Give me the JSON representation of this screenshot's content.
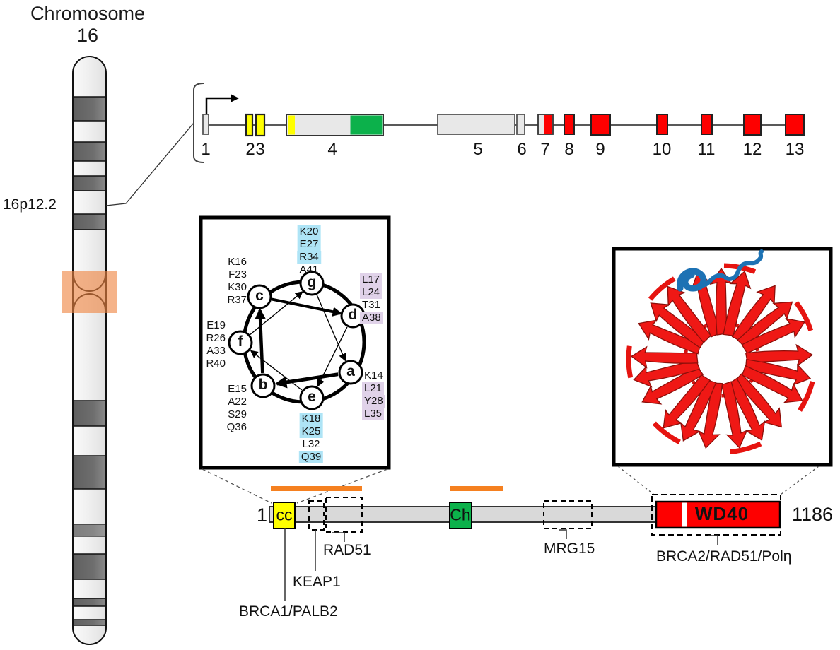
{
  "figure": {
    "chromosome": {
      "title_line1": "Chromosome",
      "title_line2": "16",
      "band_label": "16p12.2"
    },
    "gene": {
      "exons": [
        {
          "label": "1",
          "color": "grey"
        },
        {
          "label": "2",
          "color": "yellow"
        },
        {
          "label": "3",
          "color": "yellow"
        },
        {
          "label": "4",
          "color": "grey/yellow/green"
        },
        {
          "label": "5",
          "color": "grey"
        },
        {
          "label": "6",
          "color": "grey"
        },
        {
          "label": "7",
          "color": "grey/red"
        },
        {
          "label": "8",
          "color": "red"
        },
        {
          "label": "9",
          "color": "red"
        },
        {
          "label": "10",
          "color": "red"
        },
        {
          "label": "11",
          "color": "red"
        },
        {
          "label": "12",
          "color": "red"
        },
        {
          "label": "13",
          "color": "red"
        }
      ]
    },
    "wheel": {
      "nodes": [
        {
          "label": "a"
        },
        {
          "label": "b"
        },
        {
          "label": "c"
        },
        {
          "label": "d"
        },
        {
          "label": "e"
        },
        {
          "label": "f"
        },
        {
          "label": "g"
        }
      ],
      "connection_order": "a-b-c-d-e-f-g-a",
      "groups": {
        "a": {
          "residues": [
            {
              "label": "K14",
              "highlight": "none"
            },
            {
              "label": "L21",
              "highlight": "purple"
            },
            {
              "label": "Y28",
              "highlight": "purple"
            },
            {
              "label": "L35",
              "highlight": "purple"
            }
          ]
        },
        "b": {
          "residues": [
            {
              "label": "E15",
              "highlight": "none"
            },
            {
              "label": "A22",
              "highlight": "none"
            },
            {
              "label": "S29",
              "highlight": "none"
            },
            {
              "label": "Q36",
              "highlight": "none"
            }
          ]
        },
        "c": {
          "residues": [
            {
              "label": "K16",
              "highlight": "none"
            },
            {
              "label": "F23",
              "highlight": "none"
            },
            {
              "label": "K30",
              "highlight": "none"
            },
            {
              "label": "R37",
              "highlight": "none"
            }
          ]
        },
        "d": {
          "residues": [
            {
              "label": "L17",
              "highlight": "purple"
            },
            {
              "label": "L24",
              "highlight": "purple"
            },
            {
              "label": "T31",
              "highlight": "none"
            },
            {
              "label": "A38",
              "highlight": "purple"
            }
          ]
        },
        "e": {
          "residues": [
            {
              "label": "K18",
              "highlight": "cyan"
            },
            {
              "label": "K25",
              "highlight": "cyan"
            },
            {
              "label": "L32",
              "highlight": "none"
            },
            {
              "label": "Q39",
              "highlight": "cyan"
            }
          ]
        },
        "f": {
          "residues": [
            {
              "label": "E19",
              "highlight": "none"
            },
            {
              "label": "R26",
              "highlight": "none"
            },
            {
              "label": "A33",
              "highlight": "none"
            },
            {
              "label": "R40",
              "highlight": "none"
            }
          ]
        },
        "g": {
          "residues": [
            {
              "label": "K20",
              "highlight": "cyan"
            },
            {
              "label": "E27",
              "highlight": "cyan"
            },
            {
              "label": "R34",
              "highlight": "cyan"
            },
            {
              "label": "A41",
              "highlight": "none"
            }
          ]
        }
      }
    },
    "domain_map": {
      "start_label": "1",
      "end_label": "1186",
      "domains": [
        {
          "label": "cc",
          "color": "#ffff00"
        },
        {
          "label": "Ch",
          "color": "#0cb14b"
        },
        {
          "label": "WD40",
          "color": "#fe0000"
        }
      ],
      "partners": [
        {
          "label": "BRCA1/PALB2"
        },
        {
          "label": "KEAP1"
        },
        {
          "label": "RAD51"
        },
        {
          "label": "MRG15"
        },
        {
          "label": "BRCA2/RAD51/Polη"
        }
      ]
    },
    "colors": {
      "exon_red": "#fe0000",
      "exon_yellow": "#ffff00",
      "exon_green": "#0cb14b",
      "exon_grey": "#e8e8e8",
      "orange_bar": "#f58020",
      "centromere_highlight": "#ef8440",
      "residue_highlight_cyan": "#aee4f6",
      "residue_highlight_purple": "#e0d2e9",
      "ribbon_red": "#ef1815",
      "peptide_blue": "#1d72b4"
    }
  }
}
